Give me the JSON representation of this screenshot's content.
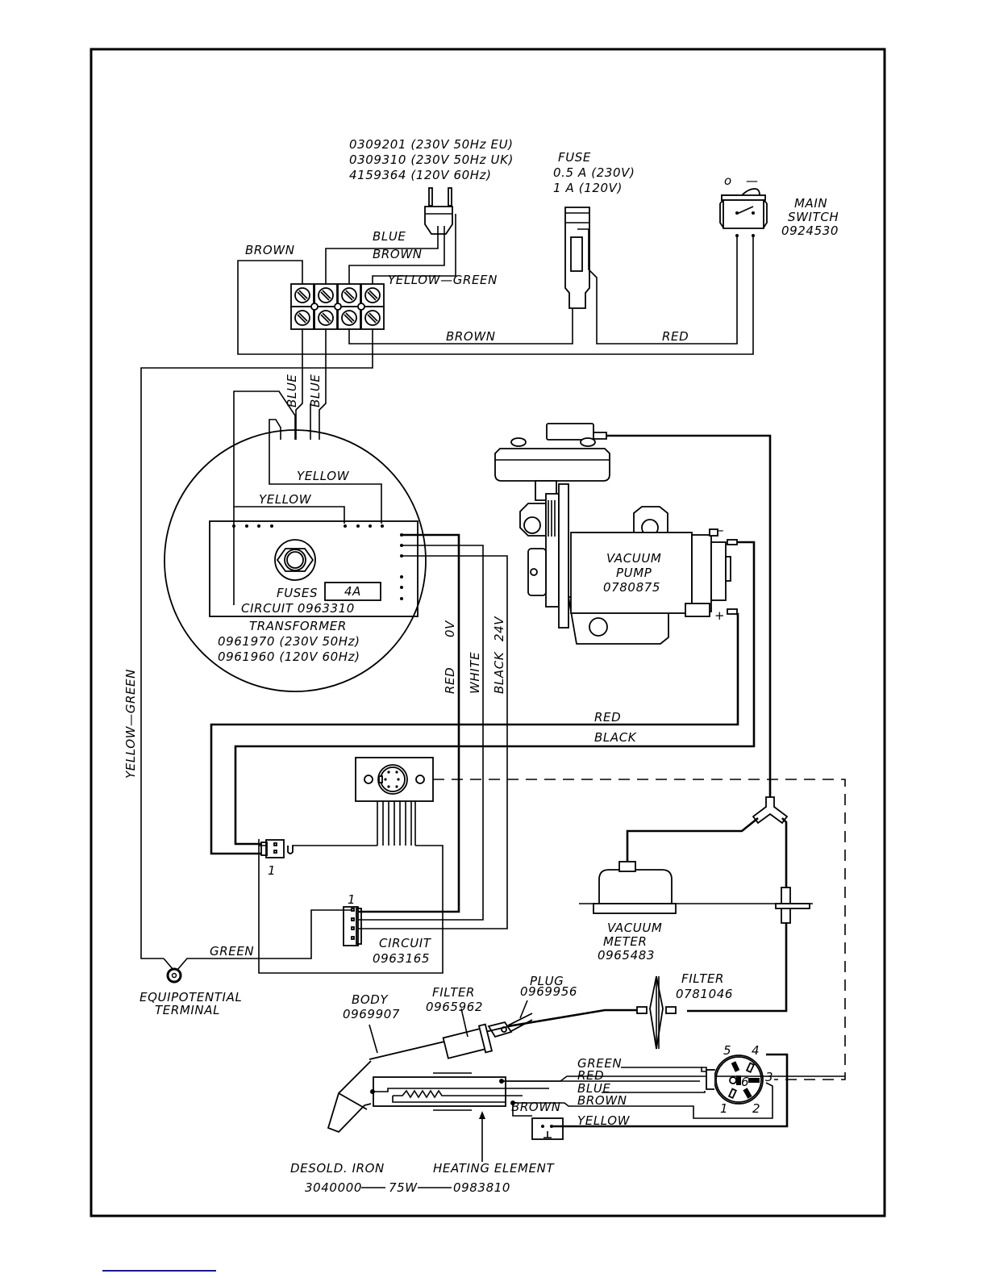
{
  "diagram": {
    "title": "Desoldering station wiring diagram",
    "colors": {
      "ink": "#000000",
      "background": "#ffffff",
      "footer_rule": "#1a1a8c"
    },
    "power_plug": {
      "lines": [
        "0309201 (230V 50Hz EU)",
        "0309310 (230V 50Hz UK)",
        "4159364 (120V 60Hz)"
      ]
    },
    "fuse": {
      "title": "FUSE",
      "rating_230": "0.5 A (230V)",
      "rating_120": "1 A    (120V)"
    },
    "main_switch": {
      "symbol_off": "o",
      "symbol_on": "—",
      "line1": "MAIN",
      "line2": "SWITCH",
      "part": "0924530"
    },
    "terminal_block_wires": {
      "brown_left": "BROWN",
      "blue": "BLUE",
      "brown_mid": "BROWN",
      "yellow_green": "YELLOW—GREEN",
      "brown_bottom": "BROWN",
      "red": "RED"
    },
    "transformer": {
      "blue_1": "BLUE",
      "blue_2": "BLUE",
      "yellow_1": "YELLOW",
      "yellow_2": "YELLOW",
      "fuses_label": "FUSES",
      "fuse_value": "4A",
      "circuit": "CIRCUIT  0963310",
      "title": "TRANSFORMER",
      "part_230": "0961970 (230V 50Hz)",
      "part_120": "0961960 (120V 60Hz)"
    },
    "secondary_wires": {
      "red": "RED",
      "ov": "0V",
      "white": "WHITE",
      "black": "BLACK",
      "v24": "24V",
      "red_h": "RED",
      "black_h": "BLACK"
    },
    "yellow_green_ground": "YELLOW—GREEN",
    "vacuum_pump": {
      "line1": "VACUUM",
      "line2": "PUMP",
      "part": "0780875",
      "minus": "–",
      "plus": "+"
    },
    "control_circuit": {
      "pin1_a": "1",
      "pin1_b": "1",
      "line1": "CIRCUIT",
      "part": "0963165",
      "green": "GREEN"
    },
    "equipotential": {
      "line1": "EQUIPOTENTIAL",
      "line2": "TERMINAL"
    },
    "vacuum_meter": {
      "line1": "VACUUM",
      "line2": "METER",
      "part": "0965483"
    },
    "filter_inline": {
      "line1": "FILTER",
      "part": "0781046"
    },
    "iron": {
      "body_label": "BODY",
      "body_part": "0969907",
      "filter_label": "FILTER",
      "filter_part": "0965962",
      "plug_label": "PLUG",
      "plug_part": "0969956",
      "wire_green": "GREEN",
      "wire_red": "RED",
      "wire_blue": "BLUE",
      "wire_brown": "BROWN",
      "wire_brown_2": "BROWN",
      "wire_yellow": "YELLOW",
      "desold_iron": "DESOLD.  IRON",
      "heating_element": "HEATING  ELEMENT",
      "iron_part": "3040000",
      "power": "75W",
      "element_part": "0983810"
    },
    "connector_pins": [
      "1",
      "2",
      "3",
      "4",
      "5",
      "6"
    ]
  }
}
